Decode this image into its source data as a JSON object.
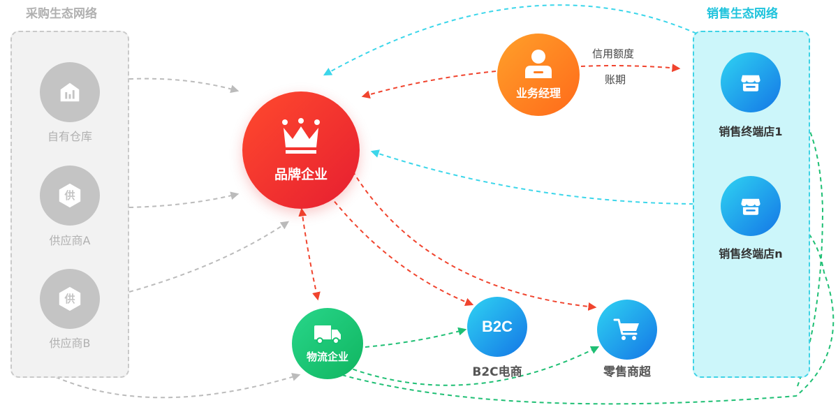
{
  "colors": {
    "gray_arrow": "#bbbbbb",
    "red_arrow": "#f0442e",
    "cyan_arrow": "#3cd6ea",
    "green_arrow": "#1fbf74",
    "gray_node": "#c4c4c4",
    "gray_text": "#b0b0b0",
    "procurement_box_bg": "#f2f2f2",
    "procurement_box_border": "#c9c9c9",
    "sales_box_bg": "#ccf6fa",
    "sales_box_border": "#3ed3e6",
    "sales_title": "#1ec3dc"
  },
  "procurement": {
    "title": "采购生态网络",
    "nodes": [
      {
        "label": "自有仓库",
        "icon": "warehouse-icon"
      },
      {
        "label": "供应商A",
        "icon": "supplier-hexagon-icon",
        "glyph": "供"
      },
      {
        "label": "供应商B",
        "icon": "supplier-hexagon-icon",
        "glyph": "供"
      }
    ]
  },
  "sales": {
    "title": "销售生态网络",
    "stores": [
      {
        "label": "销售终端店1",
        "icon": "shop-icon"
      },
      {
        "label": "销售终端店n",
        "icon": "shop-icon"
      }
    ]
  },
  "center": {
    "brand": {
      "label": "品牌企业",
      "icon": "crown-icon"
    },
    "manager": {
      "label": "业务经理",
      "icon": "person-icon"
    },
    "logistics": {
      "label": "物流企业",
      "icon": "truck-icon"
    },
    "b2c": {
      "label": "B2C电商",
      "glyph": "B2C"
    },
    "retail": {
      "label": "零售商超",
      "icon": "cart-icon"
    }
  },
  "edge_labels": {
    "credit": "信用额度",
    "term": "账期"
  }
}
